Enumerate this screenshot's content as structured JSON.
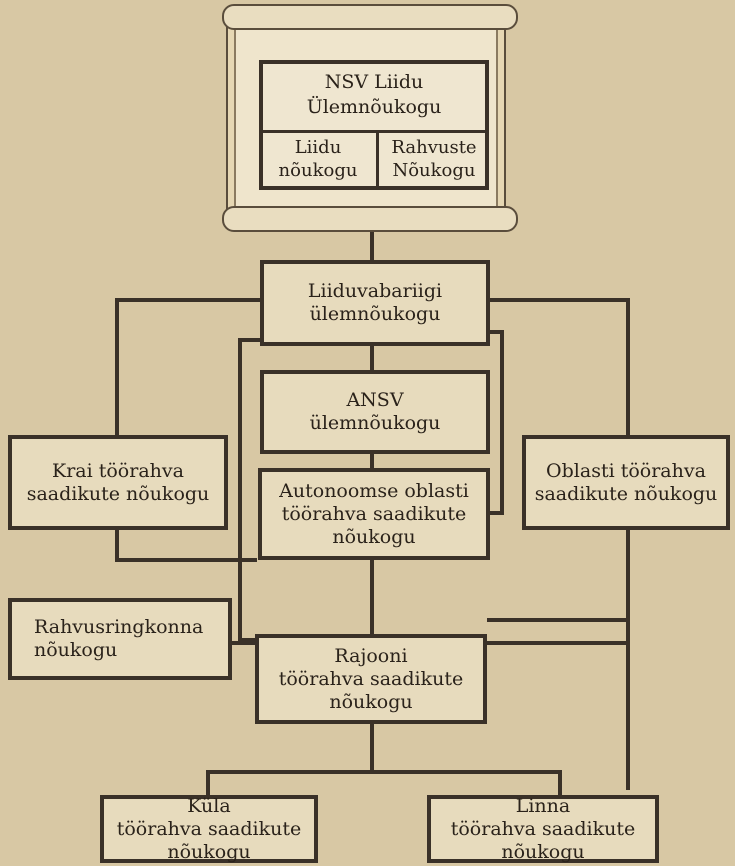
{
  "diagram": {
    "top": {
      "title_line1": "NSV Liidu",
      "title_line2": "Ülemnõukogu",
      "left_line1": "Liidu",
      "left_line2": "nõukogu",
      "right_line1": "Rahvuste",
      "right_line2": "Nõukogu"
    },
    "nodes": {
      "liiduvabariik": {
        "line1": "Liiduvabariigi",
        "line2": "ülemnõukogu"
      },
      "ansv": {
        "line1": "ANSV",
        "line2": "ülemnõukogu"
      },
      "krai": {
        "line1": "Krai töörahva",
        "line2": "saadikute nõukogu"
      },
      "oblasti": {
        "line1": "Oblasti töörahva",
        "line2": "saadikute nõukogu"
      },
      "autonoomne": {
        "line1": "Autonoomse oblasti",
        "line2": "töörahva saadikute",
        "line3": "nõukogu"
      },
      "rahvusringkond": {
        "line1": "Rahvusringkonna",
        "line2": "nõukogu"
      },
      "rajooni": {
        "line1": "Rajooni",
        "line2": "töörahva saadikute",
        "line3": "nõukogu"
      },
      "kula": {
        "line1": "Küla",
        "line2": "töörahva saadikute",
        "line3": "nõukogu"
      },
      "linna": {
        "line1": "Linna",
        "line2": "töörahva saadikute",
        "line3": "nõukogu"
      }
    }
  }
}
